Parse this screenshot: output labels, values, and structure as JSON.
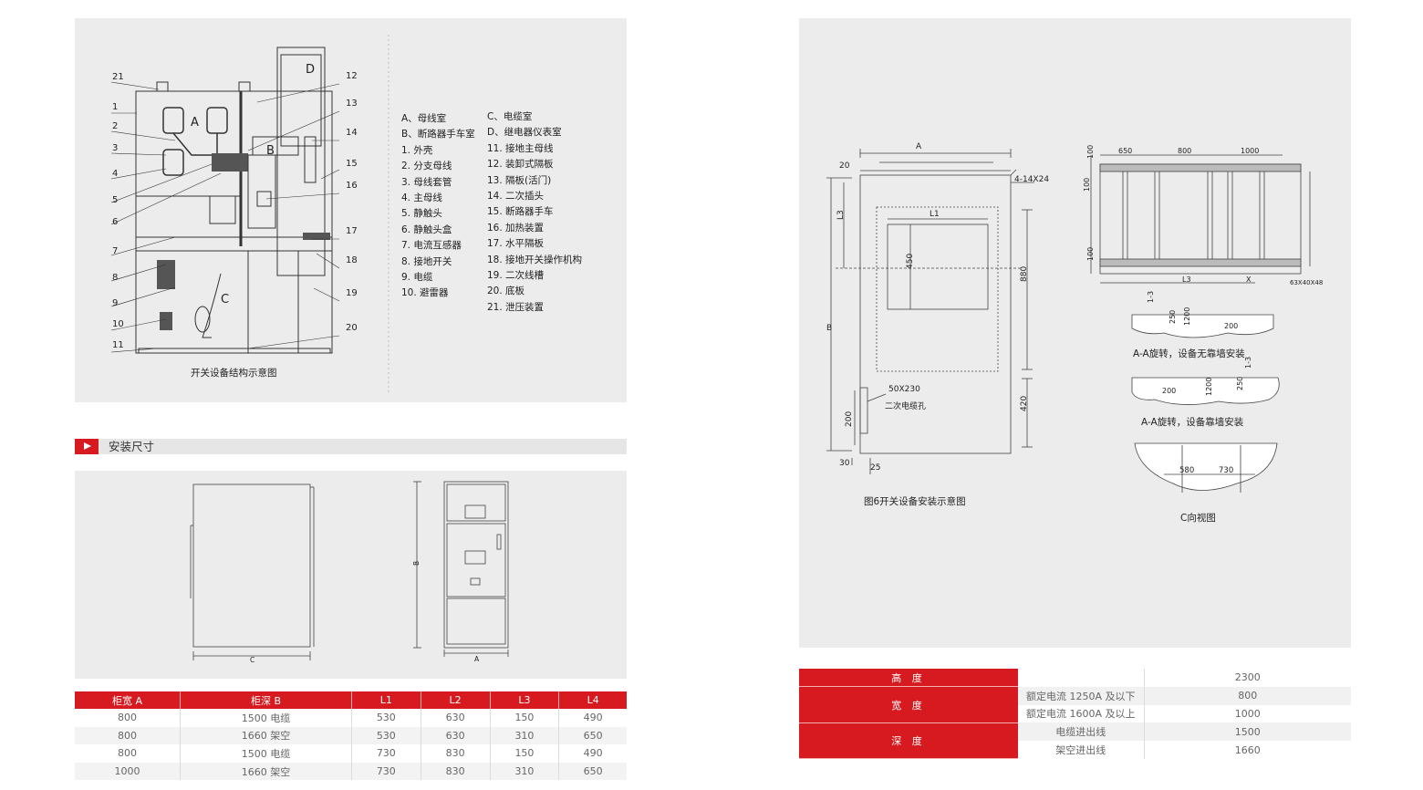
{
  "structure": {
    "caption": "开关设备结构示意图",
    "callouts_left": [
      "21",
      "1",
      "2",
      "3",
      "4",
      "5",
      "6",
      "7",
      "8",
      "9",
      "10",
      "11"
    ],
    "callouts_right": [
      "12",
      "13",
      "14",
      "15",
      "16",
      "17",
      "18",
      "19",
      "20"
    ],
    "zones": [
      "A",
      "B",
      "C",
      "D"
    ],
    "legend_col1": [
      "A、母线室",
      "B、断路器手车室",
      "1. 外壳",
      "2. 分支母线",
      "3. 母线套管",
      "4. 主母线",
      "5. 静触头",
      "6. 静触头盒",
      "7. 电流互感器",
      "8. 接地开关",
      "9. 电缆",
      "10. 避雷器"
    ],
    "legend_col2": [
      "C、电缆室",
      "D、继电器仪表室",
      "11. 接地主母线",
      "12. 装卸式隔板",
      "13. 隔板(活门)",
      "14. 二次插头",
      "15. 断路器手车",
      "16. 加热装置",
      "17. 水平隔板",
      "18. 接地开关操作机构",
      "19. 二次线槽",
      "20. 底板",
      "21. 泄压装置"
    ]
  },
  "section": {
    "title": "安装尺寸"
  },
  "front_view": {
    "label_c": "C",
    "label_b": "B",
    "label_a": "A"
  },
  "dims_table": {
    "headers": [
      "柜宽 A",
      "柜深 B",
      "L1",
      "L2",
      "L3",
      "L4"
    ],
    "rows": [
      [
        "800",
        "1500 电缆",
        "530",
        "630",
        "150",
        "490"
      ],
      [
        "800",
        "1660 架空",
        "530",
        "630",
        "310",
        "650"
      ],
      [
        "800",
        "1500 电缆",
        "730",
        "830",
        "150",
        "490"
      ],
      [
        "1000",
        "1660 架空",
        "730",
        "830",
        "310",
        "650"
      ]
    ]
  },
  "install": {
    "caption": "图6开关设备安装示意图",
    "labels": {
      "A": "A",
      "B": "B",
      "L1": "L1",
      "L3": "L3",
      "hole": "4-14X24",
      "d20": "20",
      "d450": "450",
      "d880": "880",
      "d420": "420",
      "d200": "200",
      "d30": "30",
      "d25": "25",
      "cable_size": "50X230",
      "cable_hole": "二次电缆孔"
    }
  },
  "plan": {
    "top_dims": [
      "650",
      "800",
      "1000"
    ],
    "side_dims": [
      "100",
      "100",
      "100"
    ],
    "bottom_dims": [
      "L3",
      "X"
    ],
    "steel": "63X40X48"
  },
  "sections": {
    "s1_caption": "A-A旋转，设备无靠墙安装",
    "s1_dims": [
      "1-3",
      "250",
      "1200",
      "200"
    ],
    "s2_caption": "A-A旋转，设备靠墙安装",
    "s2_dims": [
      "1-3",
      "200",
      "1200",
      "250"
    ],
    "s3_caption": "C向视图",
    "s3_dims": [
      "580",
      "730"
    ]
  },
  "spec_table": {
    "height_label": "高 度",
    "height_value": "2300",
    "width_label": "宽 度",
    "width_rows": [
      [
        "额定电流 1250A 及以下",
        "800"
      ],
      [
        "额定电流 1600A 及以上",
        "1000"
      ]
    ],
    "depth_label": "深 度",
    "depth_rows": [
      [
        "电缆进出线",
        "1500"
      ],
      [
        "架空进出线",
        "1660"
      ]
    ]
  }
}
